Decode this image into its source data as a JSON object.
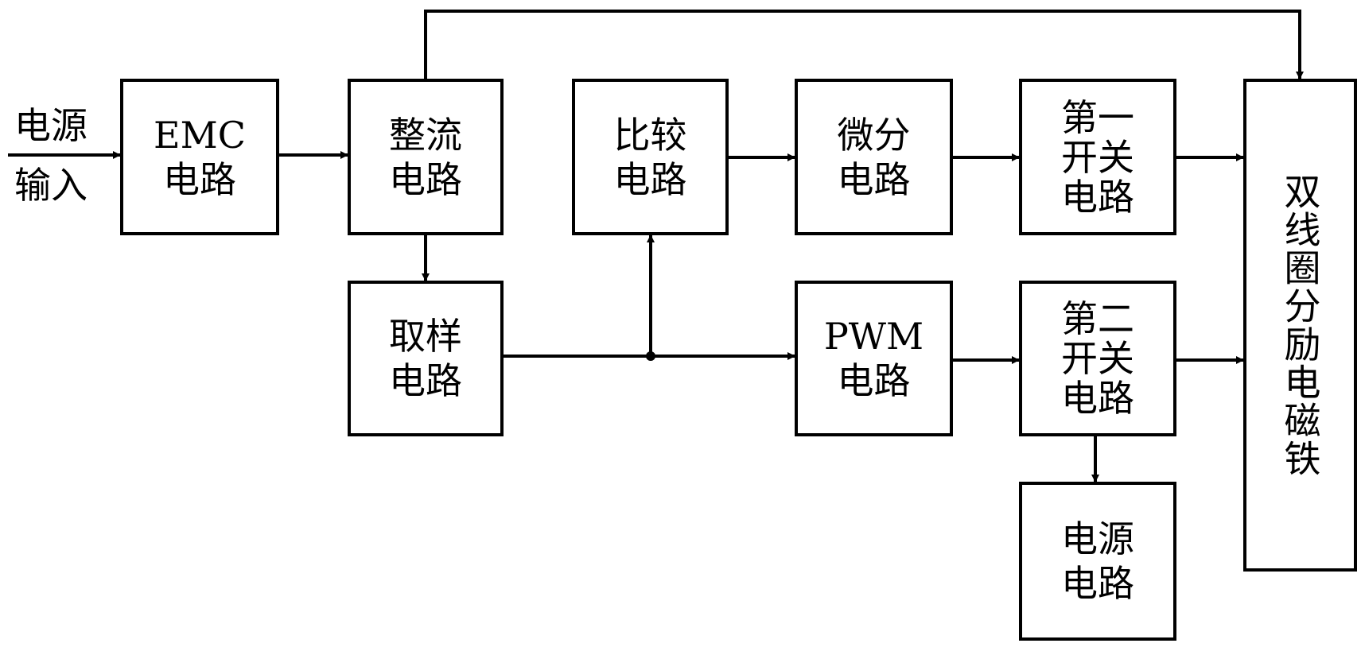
{
  "diagram": {
    "input_label": {
      "line1": "电源",
      "line2": "输入"
    },
    "blocks": {
      "emc": "EMC\n电路",
      "rectifier": "整流\n电路",
      "comparator": "比较\n电路",
      "differentiator": "微分\n电路",
      "switch1": "第一\n开关\n电路",
      "coil_magnet": "双线圈分励电磁铁",
      "sampling": "取样\n电路",
      "pwm": "PWM\n电路",
      "switch2": "第二\n开关\n电路",
      "power_supply": "电源\n电路"
    },
    "connections": [
      {
        "from": "input",
        "to": "emc"
      },
      {
        "from": "emc",
        "to": "rectifier"
      },
      {
        "from": "rectifier",
        "to": "coil_magnet",
        "route": "top-bus"
      },
      {
        "from": "rectifier",
        "to": "sampling"
      },
      {
        "from": "sampling",
        "to": "comparator",
        "via": "junction"
      },
      {
        "from": "sampling",
        "to": "pwm"
      },
      {
        "from": "comparator",
        "to": "differentiator"
      },
      {
        "from": "differentiator",
        "to": "switch1"
      },
      {
        "from": "switch1",
        "to": "coil_magnet"
      },
      {
        "from": "pwm",
        "to": "switch2"
      },
      {
        "from": "switch2",
        "to": "coil_magnet"
      },
      {
        "from": "switch2",
        "to": "power_supply"
      }
    ]
  }
}
